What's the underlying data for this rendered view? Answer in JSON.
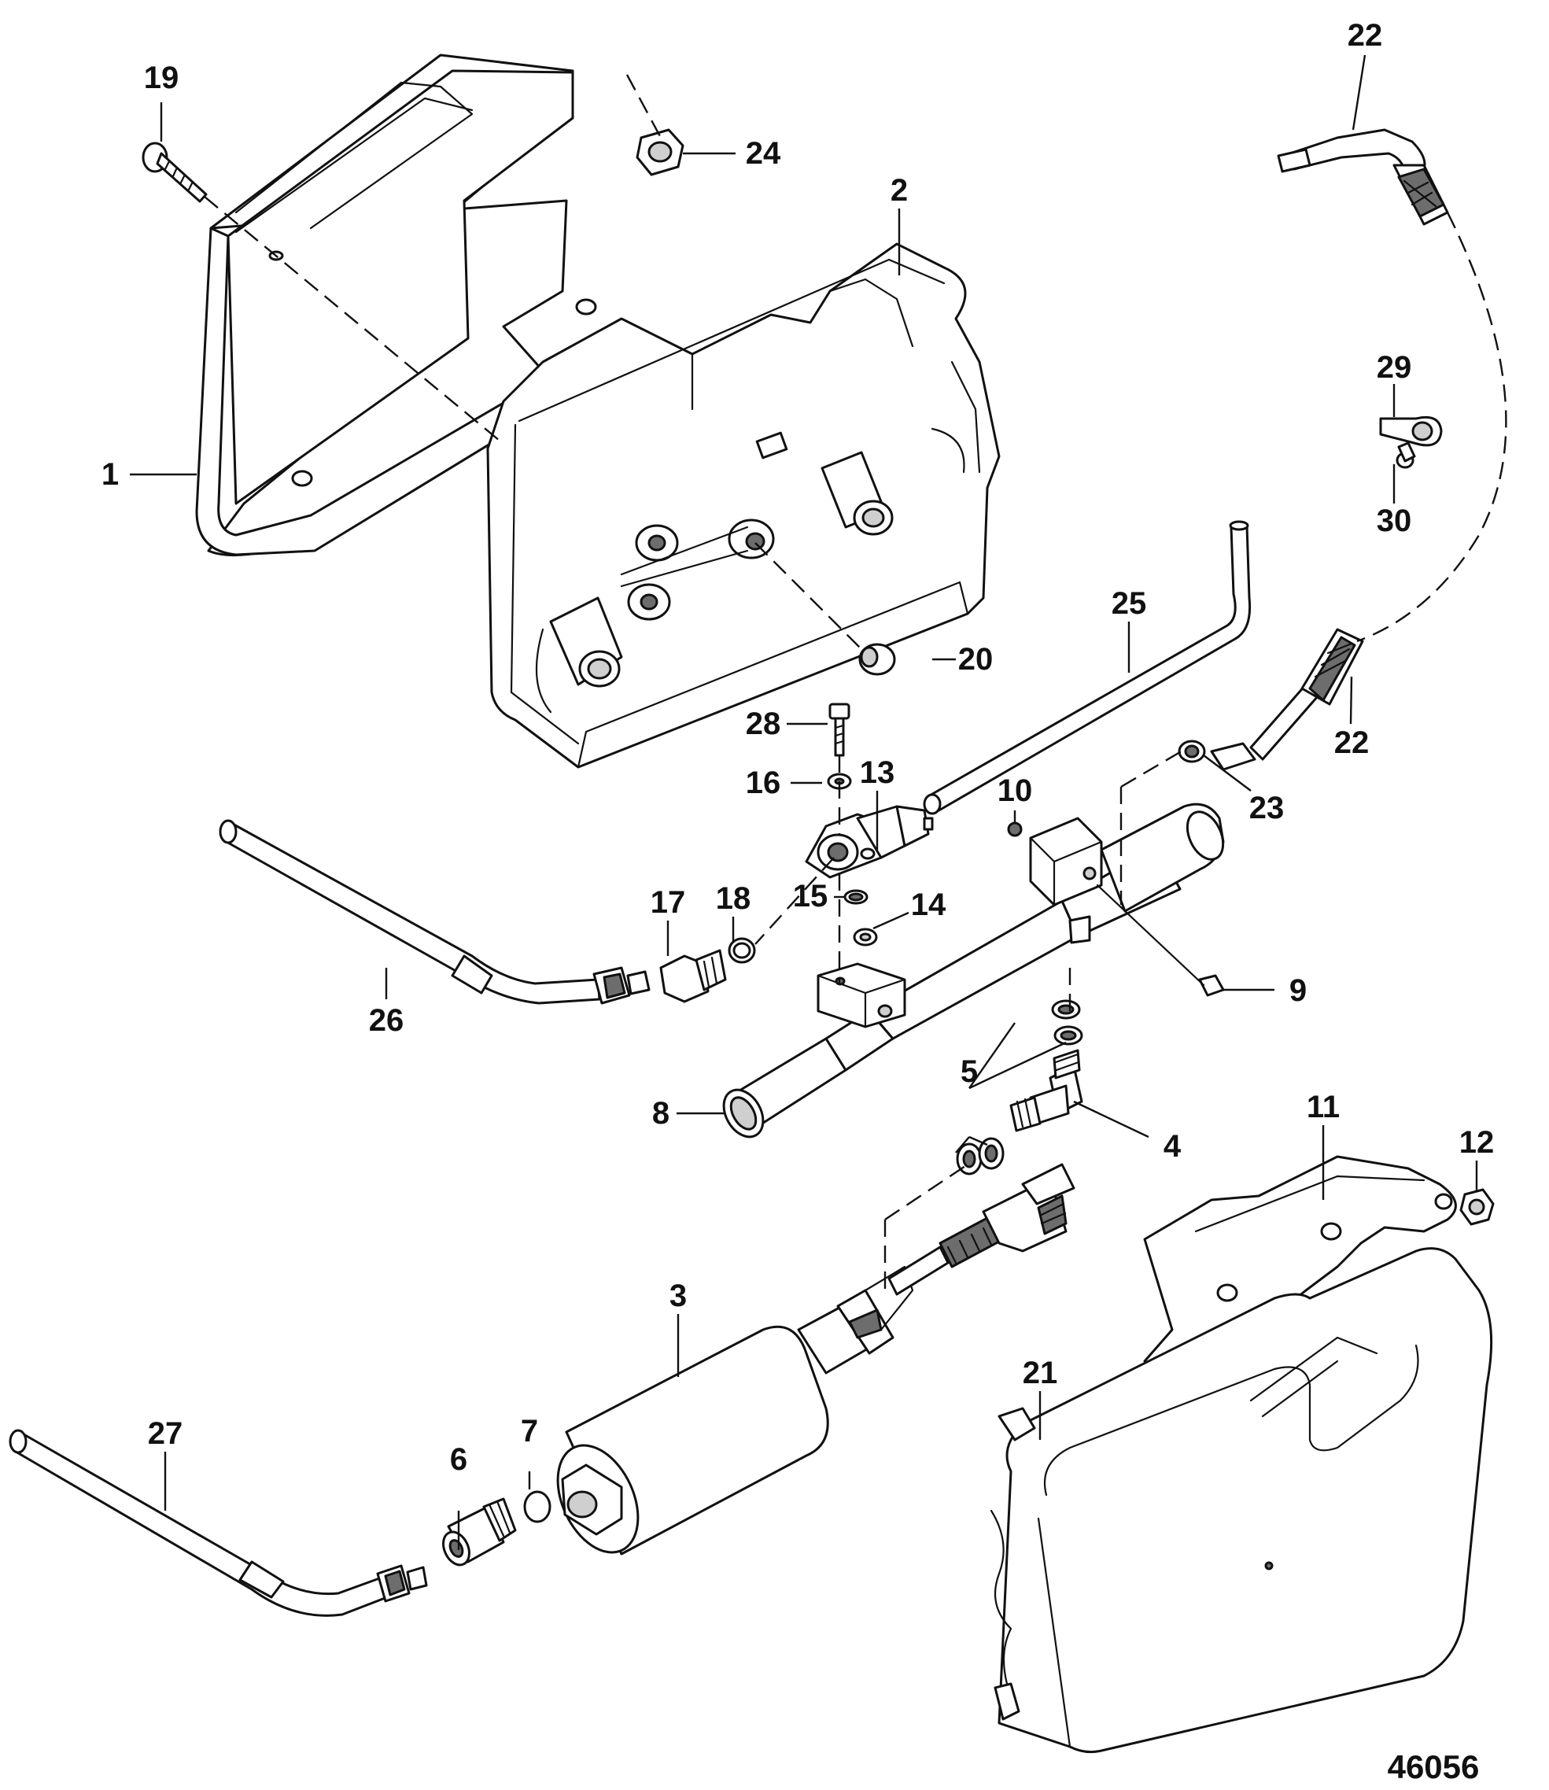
{
  "figure_number": "46056",
  "callouts": {
    "c1": "1",
    "c2": "2",
    "c3": "3",
    "c4": "4",
    "c5a": "5",
    "c6": "6",
    "c7": "7",
    "c8": "8",
    "c9": "9",
    "c10": "10",
    "c11": "11",
    "c12": "12",
    "c13": "13",
    "c14": "14",
    "c15": "15",
    "c16": "16",
    "c17": "17",
    "c18": "18",
    "c19": "19",
    "c20": "20",
    "c21": "21",
    "c22a": "22",
    "c22b": "22",
    "c23": "23",
    "c24": "24",
    "c25": "25",
    "c26": "26",
    "c27": "27",
    "c28": "28",
    "c29": "29",
    "c30": "30"
  }
}
